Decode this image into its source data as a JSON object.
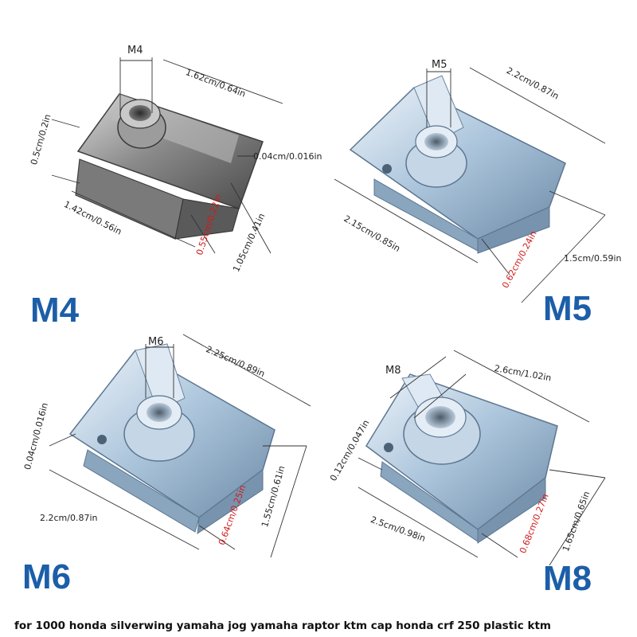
{
  "panels": {
    "m4": {
      "label": "M4",
      "thread": "M4",
      "length": "1.62cm/0.64in",
      "height": "0.5cm/0.2in",
      "width": "1.42cm/0.56in",
      "gap": "0.55cm/0.22in",
      "depth": "1.05cm/0.41in",
      "thickness": "0.04cm/0.016in"
    },
    "m5": {
      "label": "M5",
      "thread": "M5",
      "length": "2.2cm/0.87in",
      "width": "2.15cm/0.85in",
      "gap": "0.62cm/0.24in",
      "depth": "1.5cm/0.59in"
    },
    "m6": {
      "label": "M6",
      "thread": "M6",
      "length": "2.25cm/0.89in",
      "thickness": "0.04cm/0.016in",
      "width": "2.2cm/0.87in",
      "gap": "0.64cm/0.25in",
      "depth": "1.55cm/0.61in"
    },
    "m8": {
      "label": "M8",
      "thread": "M8",
      "length": "2.6cm/1.02in",
      "thickness": "0.12cm/0.047in",
      "width": "2.5cm/0.98in",
      "gap": "0.68cm/0.27in",
      "depth": "1.65cm/0.65in"
    }
  },
  "caption": "for 1000 honda silverwing yamaha jog yamaha raptor ktm cap honda crf 250 plastic ktm",
  "colors": {
    "label_blue": "#1c5ea8",
    "accent_red": "#d11a1a",
    "steel_dark": "#6f6f6f",
    "zinc": "#b9cfe2"
  }
}
